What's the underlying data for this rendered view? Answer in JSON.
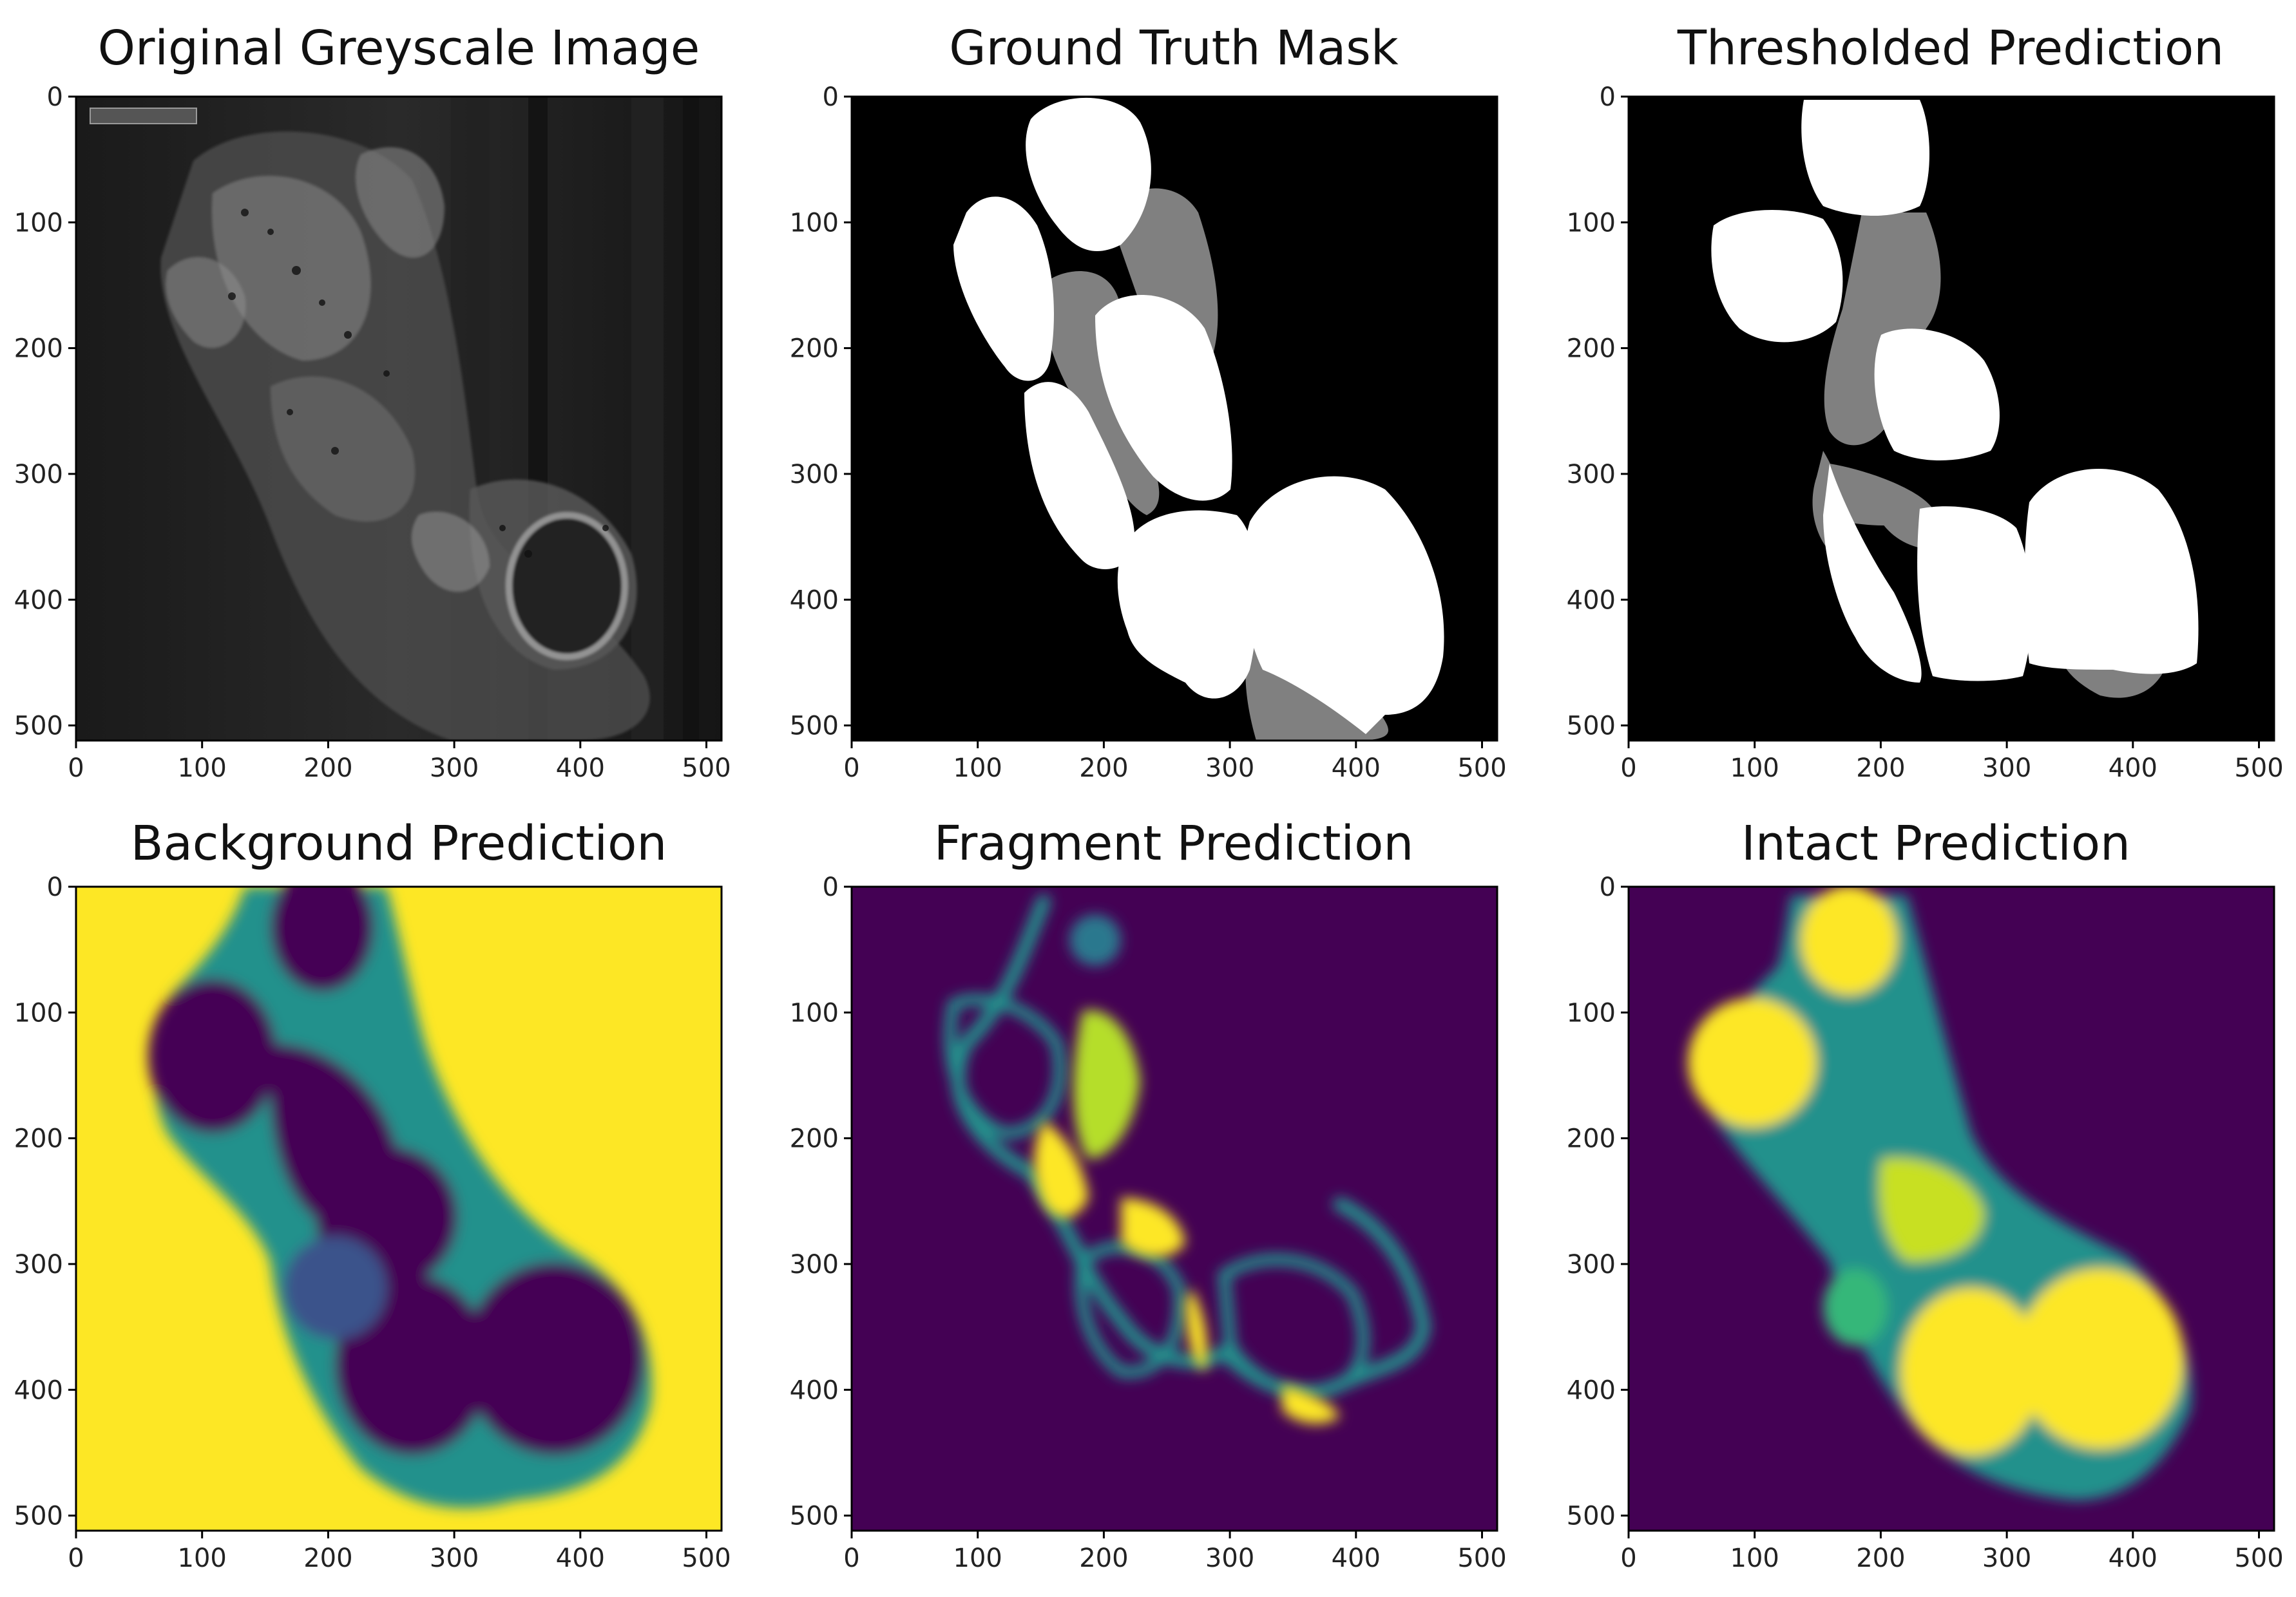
{
  "figure": {
    "panels": [
      {
        "id": "original",
        "title": "Original Greyscale Image",
        "kind": "greyscale"
      },
      {
        "id": "ground-truth",
        "title": "Ground Truth Mask",
        "kind": "mask"
      },
      {
        "id": "thresholded",
        "title": "Thresholded Prediction",
        "kind": "mask"
      },
      {
        "id": "background",
        "title": "Background Prediction",
        "kind": "heatmap-background"
      },
      {
        "id": "fragment",
        "title": "Fragment Prediction",
        "kind": "heatmap-fragment"
      },
      {
        "id": "intact",
        "title": "Intact Prediction",
        "kind": "heatmap-intact"
      }
    ],
    "x_ticks": [
      "0",
      "100",
      "200",
      "300",
      "400",
      "500"
    ],
    "y_ticks": [
      "0",
      "100",
      "200",
      "300",
      "400",
      "500"
    ],
    "axis_range": [
      0,
      512
    ],
    "colors": {
      "mask_background": "#000000",
      "mask_intact": "#ffffff",
      "mask_fragment": "#808080",
      "viridis_low": "#440154",
      "viridis_mid": "#21918c",
      "viridis_high": "#fde725"
    }
  }
}
